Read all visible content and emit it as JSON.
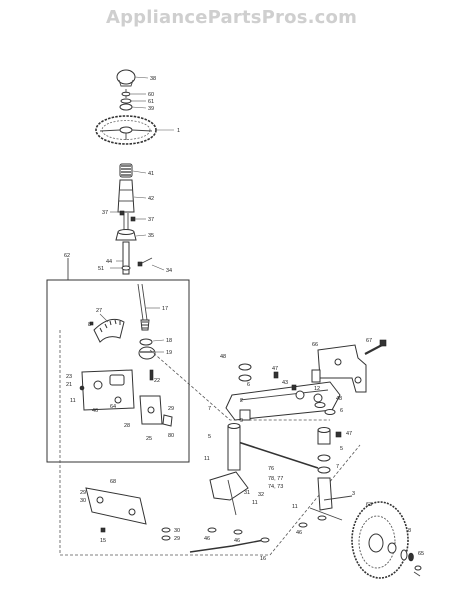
{
  "watermark": "AppliancePartsPros.com",
  "callouts": [
    {
      "id": "c38",
      "text": "38"
    },
    {
      "id": "c60",
      "text": "60"
    },
    {
      "id": "c61",
      "text": "61"
    },
    {
      "id": "c39",
      "text": "39"
    },
    {
      "id": "c1",
      "text": "1"
    },
    {
      "id": "c41",
      "text": "41"
    },
    {
      "id": "c42",
      "text": "42"
    },
    {
      "id": "c37a",
      "text": "37"
    },
    {
      "id": "c37b",
      "text": "37"
    },
    {
      "id": "c35",
      "text": "35"
    },
    {
      "id": "c44",
      "text": "44"
    },
    {
      "id": "c51",
      "text": "51"
    },
    {
      "id": "c34",
      "text": "34"
    },
    {
      "id": "c62",
      "text": "62"
    },
    {
      "id": "c17",
      "text": "17"
    },
    {
      "id": "c27",
      "text": "27"
    },
    {
      "id": "c8a",
      "text": "8"
    },
    {
      "id": "c18",
      "text": "18"
    },
    {
      "id": "c19",
      "text": "19"
    },
    {
      "id": "c22",
      "text": "22"
    },
    {
      "id": "c23",
      "text": "23"
    },
    {
      "id": "c21",
      "text": "21"
    },
    {
      "id": "c11a",
      "text": "11"
    },
    {
      "id": "c46a",
      "text": "46"
    },
    {
      "id": "c64",
      "text": "64"
    },
    {
      "id": "c28",
      "text": "28"
    },
    {
      "id": "c25",
      "text": "25"
    },
    {
      "id": "c29a",
      "text": "29"
    },
    {
      "id": "c80",
      "text": "80"
    },
    {
      "id": "c48a",
      "text": "48"
    },
    {
      "id": "c47a",
      "text": "47"
    },
    {
      "id": "c66",
      "text": "66"
    },
    {
      "id": "c67",
      "text": "67"
    },
    {
      "id": "c6a",
      "text": "6"
    },
    {
      "id": "c43",
      "text": "43"
    },
    {
      "id": "c12",
      "text": "12"
    },
    {
      "id": "c2",
      "text": "2"
    },
    {
      "id": "c7a",
      "text": "7"
    },
    {
      "id": "c9",
      "text": "9"
    },
    {
      "id": "c5a",
      "text": "5"
    },
    {
      "id": "c48b",
      "text": "48"
    },
    {
      "id": "c6b",
      "text": "6"
    },
    {
      "id": "c47b",
      "text": "47"
    },
    {
      "id": "c5b",
      "text": "5"
    },
    {
      "id": "c7b",
      "text": "7"
    },
    {
      "id": "c11b",
      "text": "11"
    },
    {
      "id": "c76",
      "text": "76"
    },
    {
      "id": "c7877",
      "text": "78, 77"
    },
    {
      "id": "c7473",
      "text": "74, 73"
    },
    {
      "id": "c68",
      "text": "68"
    },
    {
      "id": "c2930",
      "text": "29"
    },
    {
      "id": "c30a",
      "text": "30"
    },
    {
      "id": "c31",
      "text": "31"
    },
    {
      "id": "c32",
      "text": "32"
    },
    {
      "id": "c11c",
      "text": "11"
    },
    {
      "id": "c46b",
      "text": "46"
    },
    {
      "id": "c46c",
      "text": "46"
    },
    {
      "id": "c46d",
      "text": "46"
    },
    {
      "id": "c30b",
      "text": "30"
    },
    {
      "id": "c29b",
      "text": "29"
    },
    {
      "id": "c15",
      "text": "15"
    },
    {
      "id": "c16",
      "text": "16"
    },
    {
      "id": "c3",
      "text": "3"
    },
    {
      "id": "c11d",
      "text": "11"
    },
    {
      "id": "c63",
      "text": "63"
    },
    {
      "id": "c8b",
      "text": "8"
    },
    {
      "id": "c65",
      "text": "65"
    }
  ]
}
